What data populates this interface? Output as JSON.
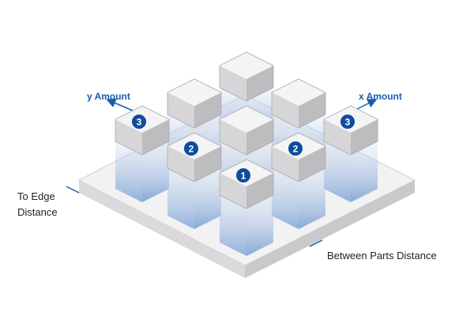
{
  "labels": {
    "y_amount": "y Amount",
    "x_amount": "x Amount",
    "to_edge_line1": "To Edge",
    "to_edge_line2": "Distance",
    "between_parts": "Between Parts Distance"
  },
  "badges": [
    {
      "id": "badge-3-left",
      "value": "3"
    },
    {
      "id": "badge-2-left",
      "value": "2"
    },
    {
      "id": "badge-1-front",
      "value": "1"
    },
    {
      "id": "badge-2-right",
      "value": "2"
    },
    {
      "id": "badge-3-right",
      "value": "3"
    }
  ],
  "colors": {
    "accent": "#1a5bb0",
    "badge": "#0f4c9e",
    "plate_top": "#f3f3f4",
    "plate_side_left": "#d9d9db",
    "plate_side_right": "#cdcdd0",
    "cube_top": "#f4f4f5",
    "cube_left": "#d6d6d8",
    "cube_right": "#bdbdc0",
    "shadow": "#9fbbe3"
  }
}
